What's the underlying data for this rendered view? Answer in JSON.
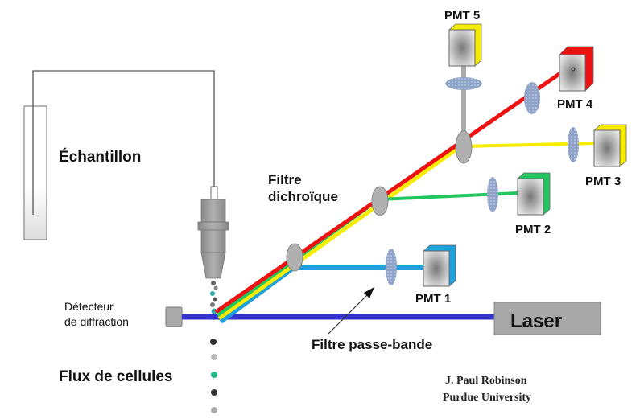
{
  "title": "Flow cytometer optical layout",
  "labels": {
    "sample": "Échantillon",
    "dichroic": [
      "Filtre",
      "dichroïque"
    ],
    "scatter_detector": [
      "Détecteur",
      "de diffraction"
    ],
    "cell_stream": "Flux de  cellules",
    "bandpass": "Filtre passe-bande",
    "laser": "Laser",
    "credit": [
      "J. Paul  Robinson",
      "Purdue University"
    ]
  },
  "pmts": [
    {
      "label": "PMT 1",
      "color": "#1ea0dc"
    },
    {
      "label": "PMT 2",
      "color": "#22c55e"
    },
    {
      "label": "PMT 3",
      "color": "#f5ec00"
    },
    {
      "label": "PMT 4",
      "color": "#ee1111"
    },
    {
      "label": "PMT 5",
      "color": "#f5ec00"
    }
  ],
  "beam_colors": {
    "laser": "#3333cc",
    "red": "#ee1111",
    "yellow": "#f5ec00",
    "green": "#22c55e",
    "blue": "#1ea0dc"
  }
}
